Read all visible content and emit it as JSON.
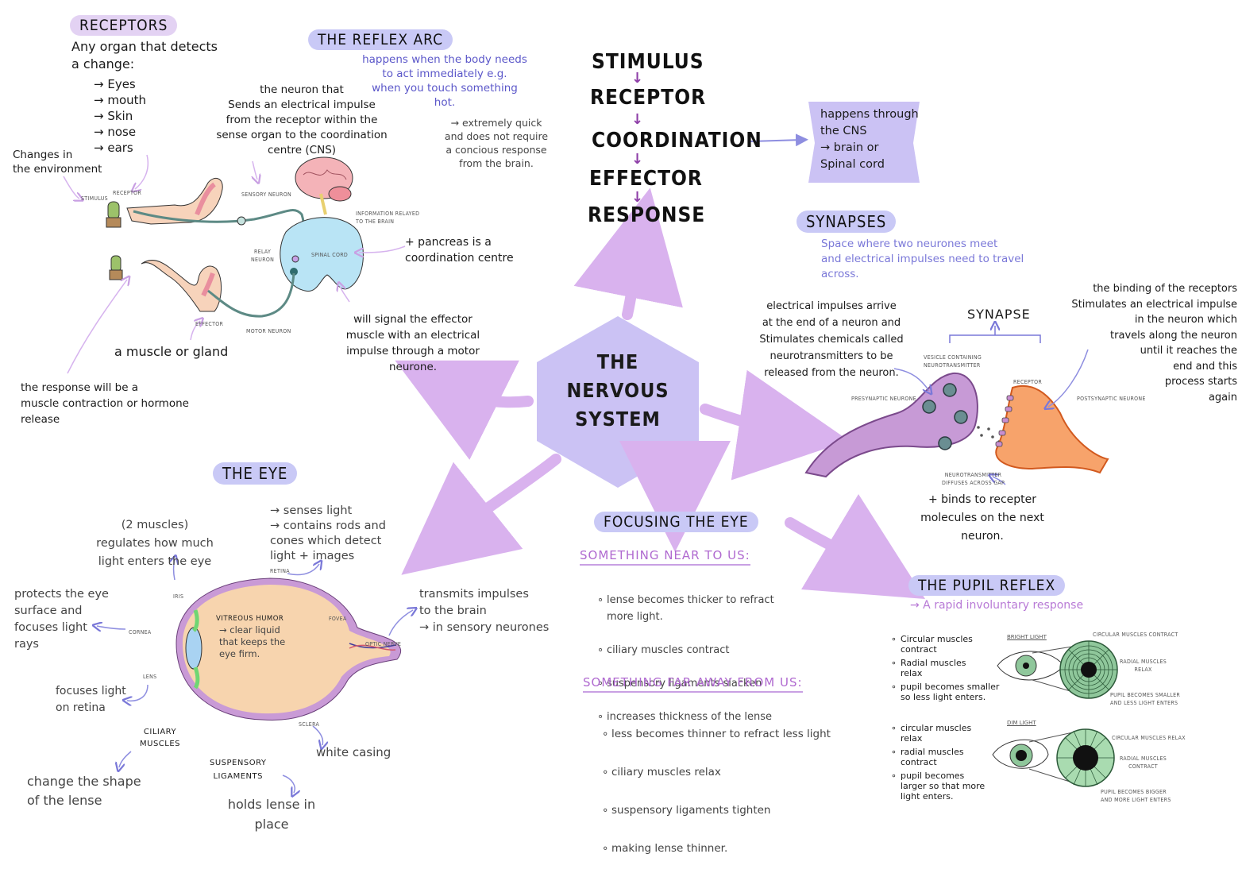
{
  "center": {
    "title_lines": [
      "THE",
      "NERVOUS",
      "SYSTEM"
    ]
  },
  "colors": {
    "hexagon": "#cbc2f4",
    "arrow": "#d9b2ee",
    "badge_lavender": "#e3d2f3",
    "badge_blue": "#c9c9f6",
    "accent_text": "#5b57c9",
    "subheading_pink": "#b06ad0",
    "spinal_cord": "#b9e4f5",
    "presynaptic": "#c79ad6",
    "postsynaptic": "#f7a36b",
    "iris_green": "#8fc79b"
  },
  "receptors": {
    "heading": "RECEPTORS",
    "definition": "Any organ that detects\na change:",
    "items": [
      "→ Eyes",
      "→ mouth",
      "→ Skin",
      "→ nose",
      "→ ears"
    ],
    "changes_note": "Changes in\nthe environment"
  },
  "reflex_arc": {
    "heading": "THE REFLEX ARC",
    "description": "happens when the body needs\nto act immediately e.g.\nwhen you touch something\nhot.",
    "note": "→ extremely quick\nand does not require\na concious response\nfrom the brain.",
    "sensory_note": "the neuron that\nSends an electrical impulse\nfrom the receptor within the\nsense organ to the coordination\ncentre (CNS)",
    "pancreas_note": "+ pancreas is a\ncoordination centre",
    "effector_note": "will signal the effector\nmuscle with an electrical\nimpulse through a motor\nneurone.",
    "muscle_note": "a muscle or gland",
    "response_note": "the response will be a\nmuscle contraction or hormone\nrelease",
    "labels": {
      "stimulus": "STIMULUS",
      "receptor": "RECEPTOR",
      "sensory_neuron": "SENSORY NEURON",
      "info_relayed": "INFORMATION RELAYED\nTO THE BRAIN",
      "relay_neuron": "RELAY\nNEURON",
      "spinal_cord": "SPINAL CORD",
      "effector": "EFFECTOR",
      "motor_neuron": "MOTOR NEURON"
    }
  },
  "pathway": {
    "steps": [
      "STIMULUS",
      "RECEPTOR",
      "COORDINATION",
      "EFFECTOR",
      "RESPONSE"
    ],
    "arrow": "↓",
    "cns_note": "happens through\nthe CNS\n→ brain or\nSpinal cord"
  },
  "synapses": {
    "heading": "SYNAPSES",
    "description": "Space where two neurones meet\nand electrical impulses need to travel\nacross.",
    "arrive_note": "electrical impulses arrive\nat the end of a neuron and\nStimulates chemicals called\nneurotransmitters to be\nreleased from the neuron.",
    "synapse_label": "SYNAPSE",
    "binding_note": "the binding of the receptors\nStimulates an electrical impulse\nin the neuron which\ntravels along the neuron\nuntil it reaches the\nend and this\nprocess starts\nagain",
    "binds_note": "+ binds to recepter\nmolecules on the next\nneuron.",
    "labels": {
      "vesicle": "VESICLE CONTAINING\nNEUROTRANSMITTER",
      "presynaptic": "PRESYNAPTIC NEURONE",
      "receptor": "RECEPTOR",
      "postsynaptic": "POSTSYNAPTIC NEURONE",
      "diffuses": "NEUROTRANSMITTER\nDIFFUSES ACROSS GAP"
    }
  },
  "eye": {
    "heading": "THE EYE",
    "iris_note": "(2 muscles)\nregulates how much\nlight enters the eye",
    "retina_note": "→ senses light\n→ contains rods and\ncones which detect\nlight + images",
    "cornea_note": "protects the eye\nsurface and\nfocuses light\nrays",
    "optic_note": "transmits impulses\nto the brain\n→ in sensory neurones",
    "lens_note": "focuses light\non retina",
    "ciliary_note": "change the shape\nof the lense",
    "sclera_note": "white casing",
    "ligament_note": "holds lense in\nplace",
    "vitreous_title": "VITREOUS HUMOR",
    "vitreous_note": "→ clear liquid\nthat keeps the\neye firm.",
    "labels": {
      "retina": "RETINA",
      "iris": "IRIS",
      "cornea": "CORNEA",
      "fovea": "FOVEA",
      "optic_nerve": "OPTIC NERVE",
      "lens": "LENS",
      "sclera": "SCLERA",
      "ciliary": "CILIARY\nMUSCLES",
      "suspensory": "SUSPENSORY\nLIGAMENTS"
    }
  },
  "focusing": {
    "heading": "FOCUSING THE EYE",
    "near_heading": "SOMETHING NEAR TO US:",
    "near_items": [
      "lense becomes thicker to refract\nmore light.",
      "ciliary muscles contract",
      "suspensory ligaments slacken",
      "increases thickness of the lense"
    ],
    "far_heading": "SOMETHING FAR AWAY FROM US:",
    "far_items": [
      "less becomes thinner to refract less light",
      "ciliary muscles relax",
      "suspensory ligaments tighten",
      "making lense thinner."
    ]
  },
  "pupil_reflex": {
    "heading": "THE PUPIL REFLEX",
    "subtitle": "→ A rapid involuntary response",
    "bright": {
      "label": "BRIGHT LIGHT",
      "items": [
        "Circular muscles\ncontract",
        "Radial muscles\nrelax",
        "pupil becomes smaller\nso less light enters."
      ],
      "callouts": [
        "CIRCULAR MUSCLES CONTRACT",
        "RADIAL MUSCLES\nRELAX",
        "PUPIL BECOMES SMALLER\nAND LESS LIGHT ENTERS"
      ]
    },
    "dim": {
      "label": "DIM LIGHT",
      "items": [
        "circular muscles\nrelax",
        "radial muscles\ncontract",
        "pupil becomes\nlarger so that more\nlight enters."
      ],
      "callouts": [
        "CIRCULAR MUSCLES RELAX",
        "RADIAL MUSCLES\nCONTRACT",
        "PUPIL BECOMES BIGGER\nAND MORE LIGHT ENTERS"
      ]
    }
  }
}
